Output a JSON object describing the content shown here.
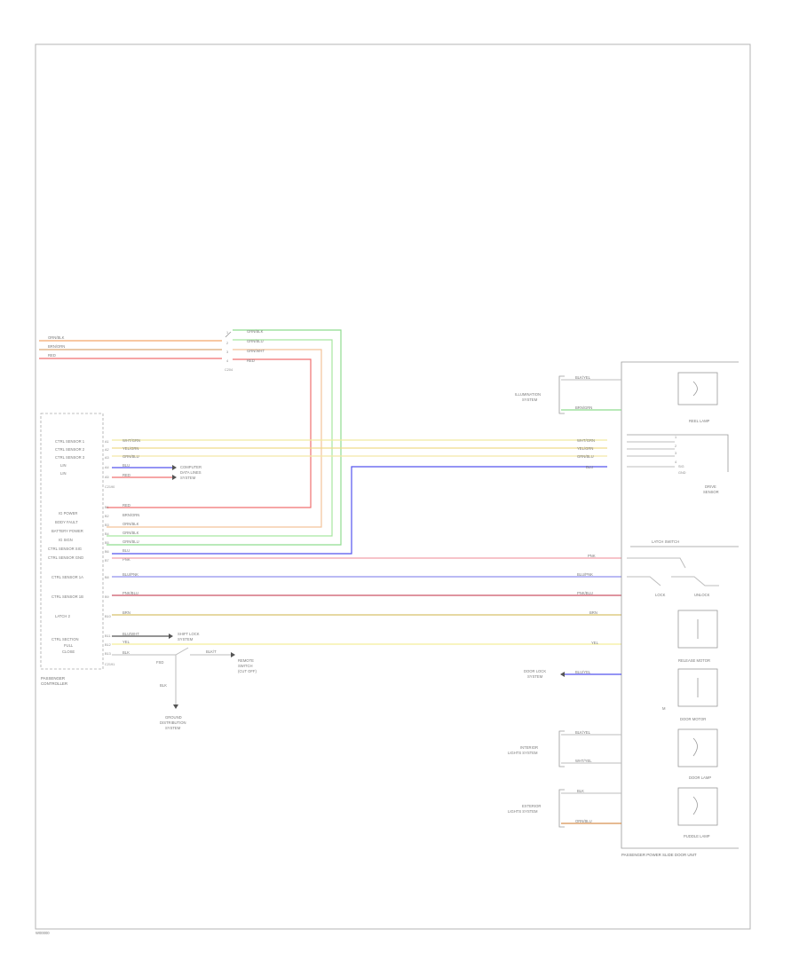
{
  "page_code": "W00000",
  "colors": {
    "orange": "#f4a86b",
    "brown": "#d9aa78",
    "red": "#f07070",
    "green": "#8fdc8f",
    "yellow": "#efe58a",
    "blue": "#5555ee",
    "pink": "#f2a0aa",
    "purple": "#9090ee",
    "maroon": "#cc5566",
    "olive": "#d6c06a",
    "lightyellow": "#f3ee9a",
    "grey": "#bdbdbd"
  },
  "top_connector": {
    "name": "C204",
    "left_wires": [
      {
        "id": "top-wire-1",
        "color_label": "ORN/BLK",
        "color": "orange"
      },
      {
        "id": "top-wire-2",
        "color_label": "BRN/ORN",
        "color": "brown"
      },
      {
        "id": "top-wire-3",
        "color_label": "RED",
        "color": "red"
      }
    ],
    "right_wires": [
      {
        "label": "GRN/BLK",
        "pin": "1"
      },
      {
        "label": "GRN/BLU",
        "pin": "2"
      },
      {
        "label": "GRN/WHT",
        "pin": "3"
      },
      {
        "label": "RED",
        "pin": "4"
      }
    ]
  },
  "left_module": {
    "name_line1": "PASSENGER",
    "name_line2": "CONTROLLER",
    "connector": "C2190",
    "subconnector": "C2191",
    "upper_pins": [
      {
        "label": "CTRL SENSOR 1",
        "pin": "A1",
        "wire": "WHT/GRN"
      },
      {
        "label": "CTRL SENSOR 2",
        "pin": "A2",
        "wire": "YEL/GRN"
      },
      {
        "label": "CTRL SENSOR 3",
        "pin": "A3",
        "wire": "GRN/BLU"
      },
      {
        "label": "LIN",
        "pin": "A4",
        "wire": "BLU"
      },
      {
        "label": "LIN",
        "pin": "A5",
        "wire": "RED"
      }
    ],
    "lower_pins": [
      {
        "label": "",
        "pin": "B1",
        "wire": "RED"
      },
      {
        "label": "IG POWER",
        "pin": "B2",
        "wire": "BRN/ORN"
      },
      {
        "label": "BODY FAULT",
        "pin": "B3",
        "wire": "ORN/BLK"
      },
      {
        "label": "BATTERY POWER",
        "pin": "B4",
        "wire": "GRN/BLK"
      },
      {
        "label": "IG SIGN",
        "pin": "B5",
        "wire": "GRN/BLU"
      },
      {
        "label": "CTRL SENSOR SIG",
        "pin": "B6",
        "wire": "BLU"
      },
      {
        "label": "CTRL SENSOR GND",
        "pin": "B7",
        "wire": "PNK"
      }
    ],
    "mid_pins": [
      {
        "label": "CTRL SENSOR 1A",
        "pin": "B8",
        "wire": "BLU/PNK"
      },
      {
        "label": "CTRL SENSOR 1B",
        "pin": "B9",
        "wire": "PNK/BLU"
      },
      {
        "label": "LATCH 2",
        "pin": "B10",
        "wire": "BRN"
      },
      {
        "label": "CTRL SECTION",
        "pin": "B11",
        "wire": "BLU/WHT"
      },
      {
        "label": "FULL",
        "pin": "B12",
        "wire": "YEL"
      },
      {
        "label": "CLOSE",
        "pin": "B13",
        "wire": "BLK"
      }
    ]
  },
  "callouts": {
    "lin_system": [
      "COMPUTER",
      "DATA LINES",
      "SYSTEM"
    ],
    "shift_system": [
      "SHIFT LOCK",
      "SYSTEM"
    ],
    "remote": [
      "REMOTE",
      "SWITCH",
      "(CUT OFF)"
    ],
    "ground_system": [
      "GROUND",
      "DISTRIBUTION",
      "SYSTEM"
    ],
    "ground_wire": "BLK",
    "ground_pin": "FSD",
    "switch_wire": "BLK/T"
  },
  "right_module": {
    "name": "PASSENGER POWER SLIDE DOOR UNIT",
    "sections": [
      {
        "name": "REEL LAMP",
        "callout": [
          "ILLUMINATION",
          "SYSTEM"
        ],
        "wires": [
          "BLK/YEL",
          "BRN/GRN"
        ]
      },
      {
        "name": "LATCH SWITCH",
        "callout": [],
        "wires": [
          "PNK",
          "BLU/PNK",
          "PNK/BLU"
        ]
      },
      {
        "name": "RELEASE MOTOR",
        "callout": [],
        "wires": [
          "BRN",
          "YEL"
        ]
      },
      {
        "name": "DOOR MOTOR",
        "callout": [
          "DOOR LOCK",
          "SYSTEM"
        ],
        "wires": [
          "BLU/YEL"
        ]
      },
      {
        "name": "DOOR LAMP",
        "callout": [
          "INTERIOR",
          "LIGHTS SYSTEM"
        ],
        "wires": [
          "BLK/YEL",
          "WHT/YEL"
        ]
      },
      {
        "name": "PUDDLE LAMP",
        "callout": [
          "EXTERIOR",
          "LIGHTS SYSTEM"
        ],
        "wires": [
          "BLK",
          "ORN/BLU"
        ]
      }
    ],
    "sensor": {
      "name_line1": "DRIVE",
      "name_line2": "SENSOR",
      "pins": [
        "1",
        "2",
        "3",
        "4"
      ],
      "labels": [
        "SIG",
        "GND"
      ]
    },
    "switch_labels": [
      "LOCK",
      "UNLOCK"
    ],
    "motor_label": "M"
  },
  "signal_wires": [
    {
      "label": "WHT/GRN",
      "color": "yellow"
    },
    {
      "label": "YEL/GRN",
      "color": "olive"
    },
    {
      "label": "GRN/BLU",
      "color": "lightyellow"
    },
    {
      "label": "BLU",
      "color": "blue"
    }
  ]
}
